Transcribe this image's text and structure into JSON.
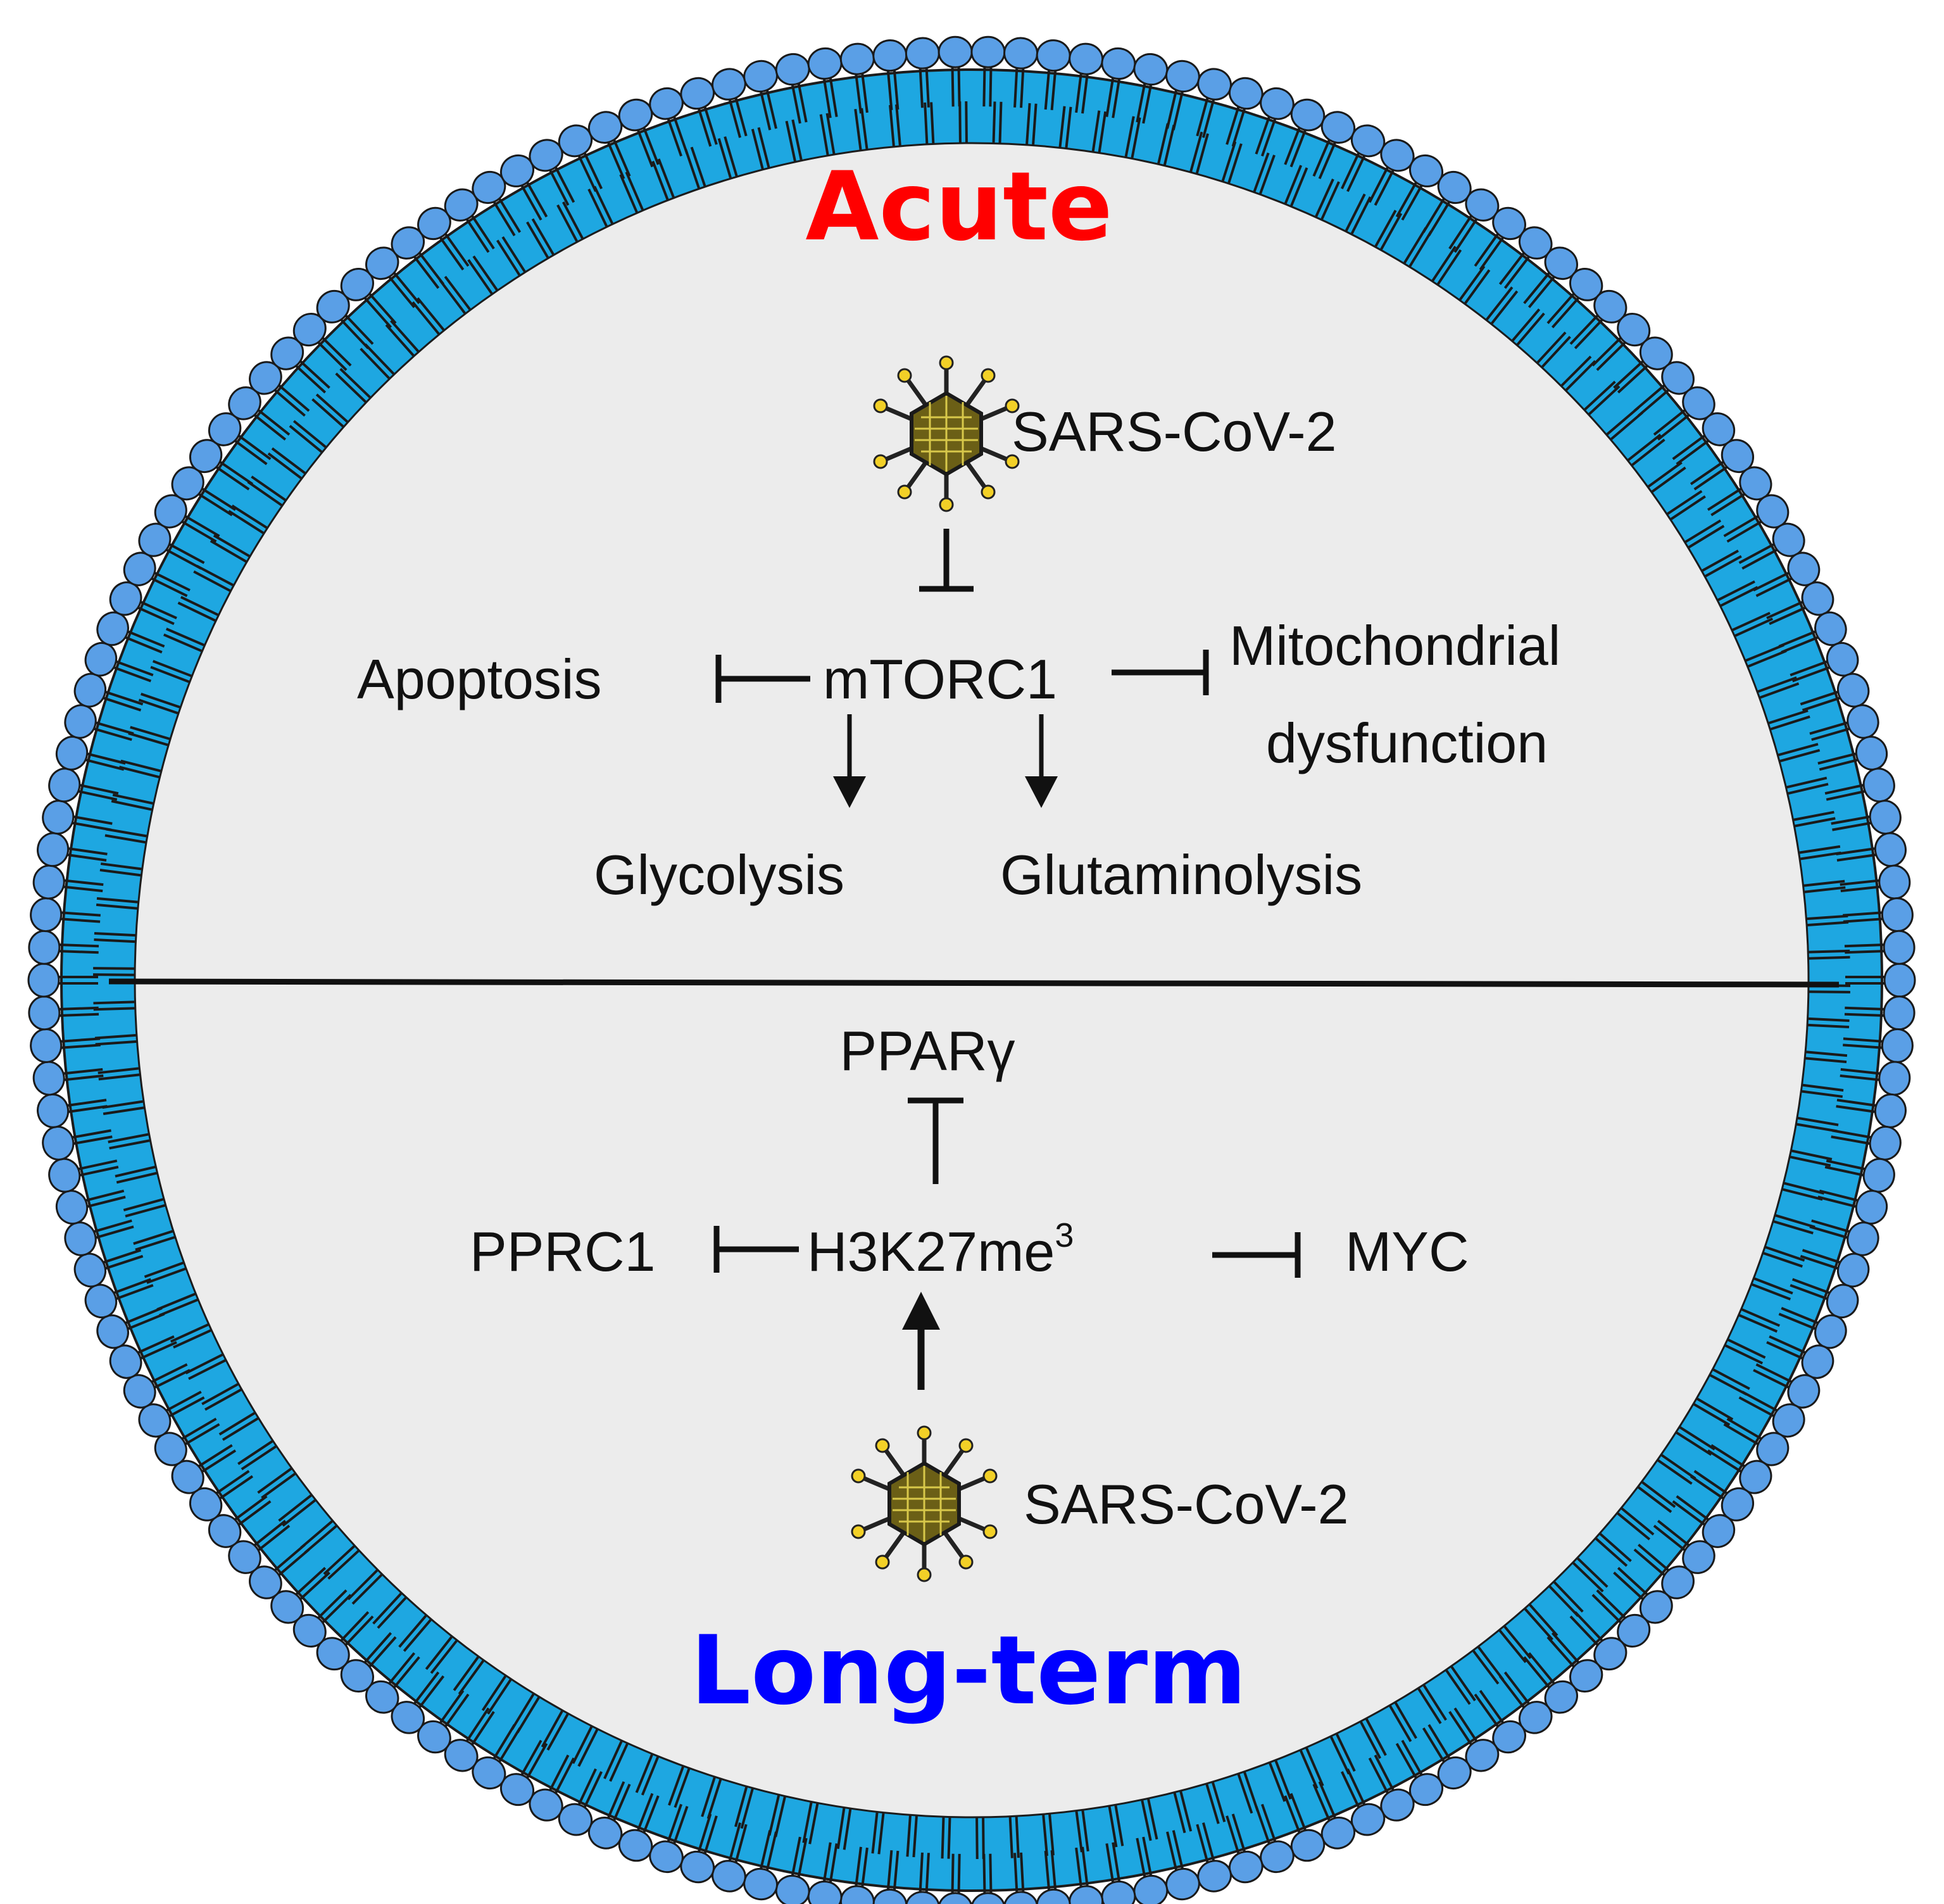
{
  "acute": {
    "heading": "Acute",
    "virus": "SARS-CoV-2",
    "hub": "mTORC1",
    "left": "Apoptosis",
    "right": [
      "Mitochondrial",
      "dysfunction"
    ],
    "down_left": "Glycolysis",
    "down_right": "Glutaminolysis"
  },
  "longterm": {
    "heading": "Long-term",
    "virus": "SARS-CoV-2",
    "hub": "H3K27me",
    "hub_sup": "3",
    "top": "PPARγ",
    "left": "PPRC1",
    "right": "MYC"
  },
  "colors": {
    "acute_heading": "#ff0000",
    "longterm_heading": "#0000ff",
    "membrane_band": "#1ea7e1",
    "lipid_head": "#5a9fe6",
    "cell_interior": "#ececec",
    "virus_capsid": "#6b5f16"
  }
}
